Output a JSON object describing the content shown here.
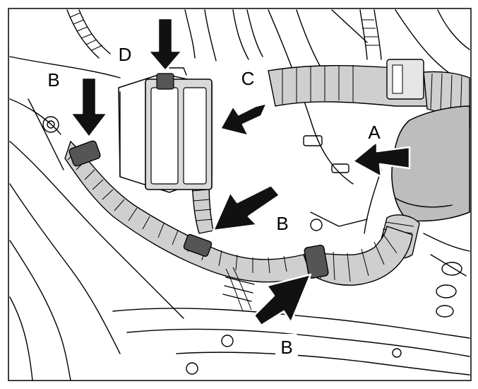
{
  "colors": {
    "ink": "#000000",
    "paper": "#ffffff",
    "hose": "#cfcfcf",
    "module": "#d9d9d9",
    "arrow": "#111111"
  },
  "callouts": {
    "a": "A",
    "b_left": "B",
    "b_middle": "B",
    "b_bottom": "B",
    "c": "C",
    "d": "D"
  }
}
